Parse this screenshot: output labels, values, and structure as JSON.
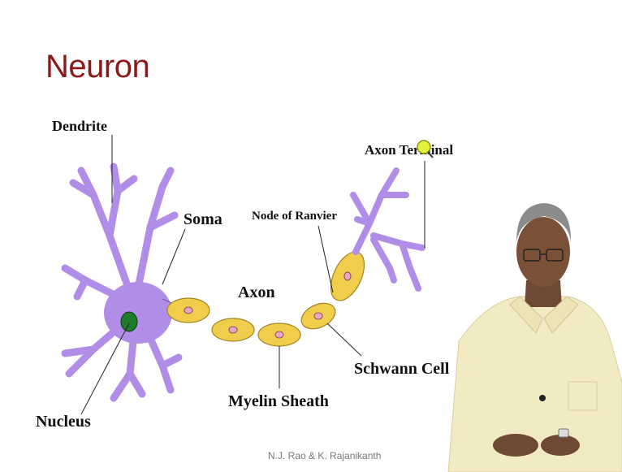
{
  "slide": {
    "title": "Neuron",
    "footer": "N.J. Rao & K. Rajanikanth"
  },
  "labels": {
    "dendrite": "Dendrite",
    "soma": "Soma",
    "nucleus": "Nucleus",
    "axon": "Axon",
    "node_of_ranvier": "Node of Ranvier",
    "axon_terminal": "Axon Terminal",
    "schwann_cell": "Schwann Cell",
    "myelin_sheath": "Myelin Sheath"
  },
  "colors": {
    "neuron": "#b08ee8",
    "myelin": "#f0cd4a",
    "nucleus": "#1f7a2a",
    "title": "#8b1a1a",
    "cursor": "#e4f23a"
  }
}
